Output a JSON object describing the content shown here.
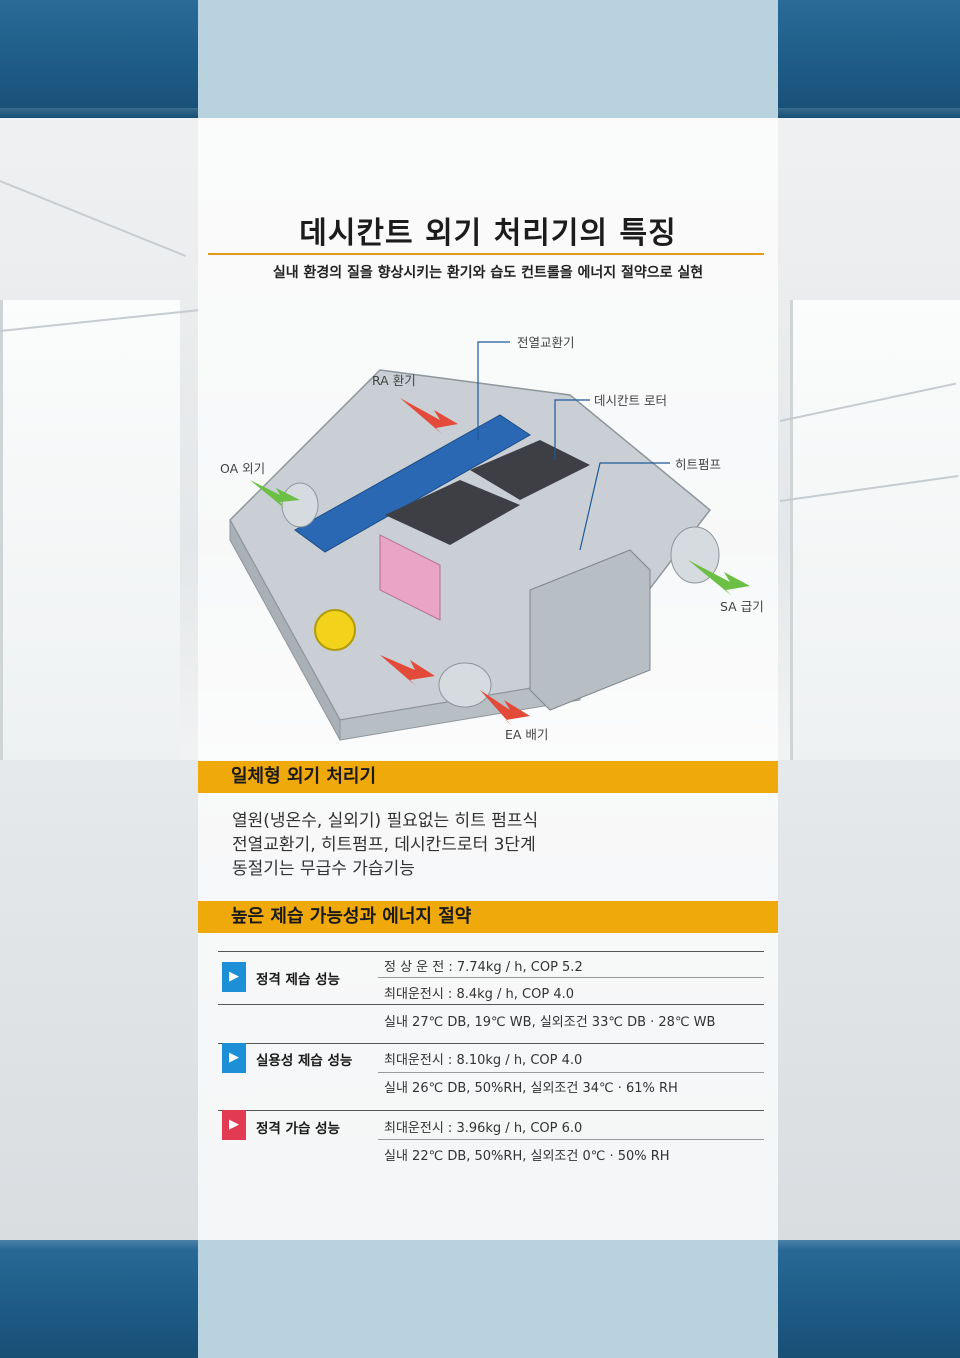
{
  "title": "데시칸트 외기 처리기의 특징",
  "subtitle": "실내 환경의 질을 향상시키는 환기와 습도 컨트롤을 에너지 절약으로 실현",
  "diagram": {
    "labels": {
      "heat_exchanger": "전열교환기",
      "ra": "RA 환기",
      "desiccant_rotor": "데시칸트 로터",
      "heat_pump": "히트펌프",
      "oa": "OA 외기",
      "sa": "SA 급기",
      "ea": "EA 배기"
    }
  },
  "section1": {
    "heading": "일체형 외기 처리기",
    "lines": [
      "열원(냉온수, 실외기) 필요없는 히트 펌프식",
      "전열교환기, 히트펌프, 데시칸드로터 3단계",
      "동절기는 무급수 가습기능"
    ]
  },
  "section2": {
    "heading": "높은 제습 가능성과 에너지 절약",
    "specs": [
      {
        "label": "정격 제습 성능",
        "badge": "▶",
        "badge_color": "#1d8fd6",
        "rows": [
          "정 상 운 전  :  7.74kg / h, COP 5.2",
          "최대운전시  :  8.4kg / h, COP 4.0",
          "실내 27℃ DB, 19℃ WB, 실외조건 33℃ DB · 28℃ WB"
        ]
      },
      {
        "label": "실용성 제습 성능",
        "badge": "▶",
        "badge_color": "#1d8fd6",
        "rows": [
          "최대운전시  :  8.10kg / h, COP 4.0",
          "실내 26℃ DB, 50%RH, 실외조건 34℃ · 61% RH"
        ]
      },
      {
        "label": "정격 가습 성능",
        "badge": "▶",
        "badge_color": "#e23a52",
        "rows": [
          "최대운전시  :  3.96kg / h, COP 6.0",
          "실내 22℃ DB, 50%RH, 실외조건 0℃ · 50% RH"
        ]
      }
    ]
  }
}
